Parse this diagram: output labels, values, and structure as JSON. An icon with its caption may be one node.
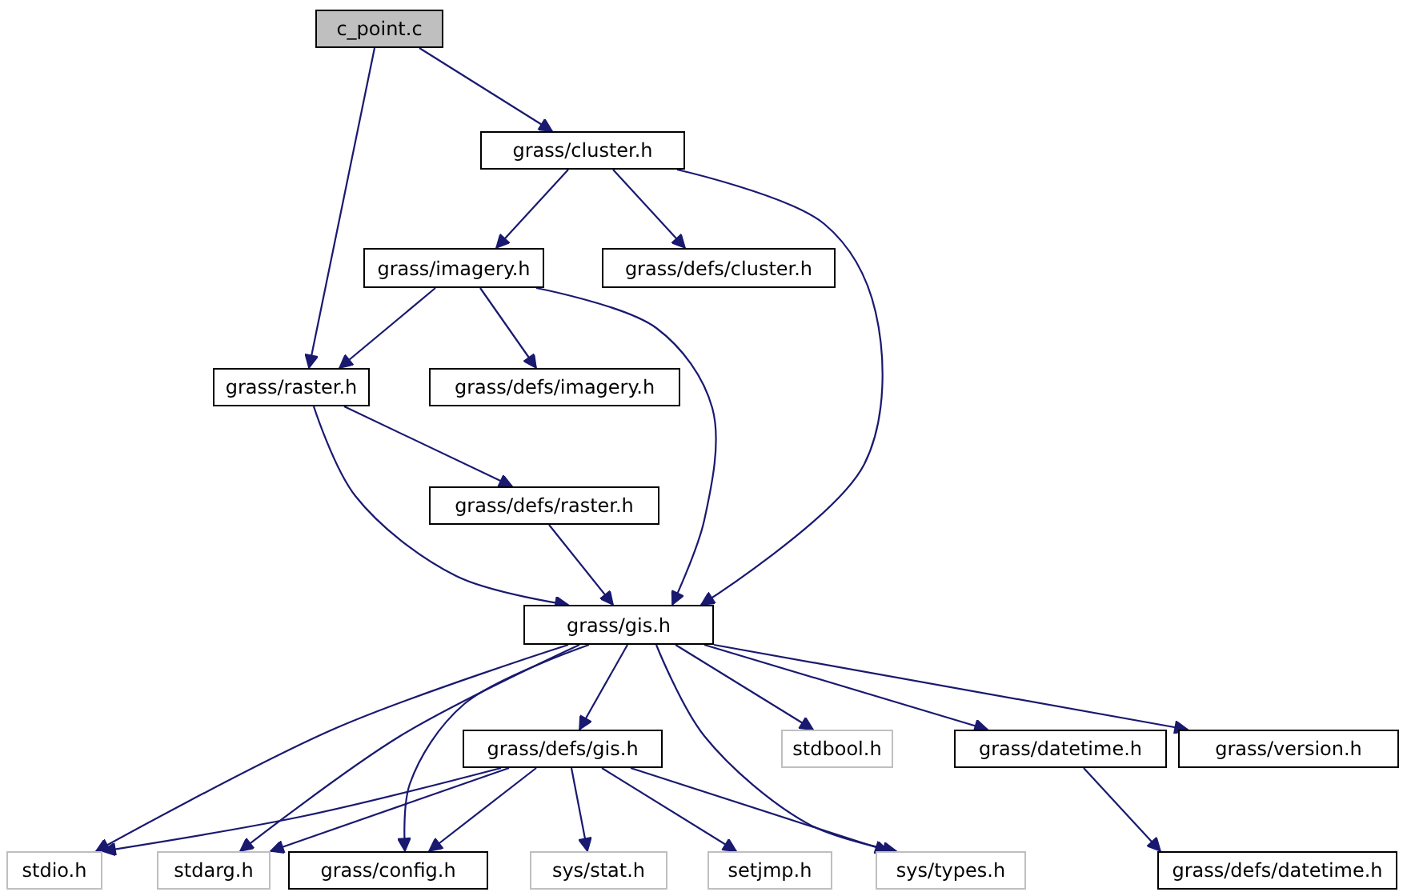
{
  "diagram": {
    "nodes": [
      {
        "text": [
          "c_point.c"
        ]
      },
      {
        "text": [
          "grass/cluster.h"
        ]
      },
      {
        "text": [
          "grass/imagery.h"
        ]
      },
      {
        "text": [
          "grass/defs/cluster.h"
        ]
      },
      {
        "text": [
          "grass/raster.h"
        ]
      },
      {
        "text": [
          "grass/defs/imagery.h"
        ]
      },
      {
        "text": [
          "grass/defs/raster.h"
        ]
      },
      {
        "text": [
          "grass/gis.h"
        ]
      },
      {
        "text": [
          "grass/defs/gis.h"
        ]
      },
      {
        "text": [
          "stdbool.h"
        ]
      },
      {
        "text": [
          "grass/datetime.h"
        ]
      },
      {
        "text": [
          "grass/version.h"
        ]
      },
      {
        "text": [
          "stdio.h"
        ]
      },
      {
        "text": [
          "stdarg.h"
        ]
      },
      {
        "text": [
          "grass/config.h"
        ]
      },
      {
        "text": [
          "sys/stat.h"
        ]
      },
      {
        "text": [
          "setjmp.h"
        ]
      },
      {
        "text": [
          "sys/types.h"
        ]
      },
      {
        "text": [
          "grass/defs/datetime.h"
        ]
      }
    ],
    "edges": [
      {
        "from": 0,
        "to": 1,
        "arrow": "to"
      },
      {
        "from": 0,
        "to": 4,
        "arrow": "to"
      },
      {
        "from": 1,
        "to": 2,
        "arrow": "to"
      },
      {
        "from": 1,
        "to": 3,
        "arrow": "to"
      },
      {
        "from": 1,
        "to": 7,
        "arrow": "to"
      },
      {
        "from": 2,
        "to": 4,
        "arrow": "to"
      },
      {
        "from": 2,
        "to": 5,
        "arrow": "to"
      },
      {
        "from": 2,
        "to": 7,
        "arrow": "to"
      },
      {
        "from": 4,
        "to": 6,
        "arrow": "to"
      },
      {
        "from": 4,
        "to": 7,
        "arrow": "to"
      },
      {
        "from": 6,
        "to": 7,
        "arrow": "to"
      },
      {
        "from": 7,
        "to": 12,
        "arrow": "to"
      },
      {
        "from": 7,
        "to": 13,
        "arrow": "to"
      },
      {
        "from": 7,
        "to": 14,
        "arrow": "to"
      },
      {
        "from": 7,
        "to": 8,
        "arrow": "to"
      },
      {
        "from": 7,
        "to": 17,
        "arrow": "to"
      },
      {
        "from": 7,
        "to": 9,
        "arrow": "to"
      },
      {
        "from": 7,
        "to": 10,
        "arrow": "to"
      },
      {
        "from": 7,
        "to": 11,
        "arrow": "to"
      },
      {
        "from": 8,
        "to": 12,
        "arrow": "to"
      },
      {
        "from": 8,
        "to": 13,
        "arrow": "to"
      },
      {
        "from": 8,
        "to": 14,
        "arrow": "to"
      },
      {
        "from": 8,
        "to": 15,
        "arrow": "to"
      },
      {
        "from": 8,
        "to": 16,
        "arrow": "to"
      },
      {
        "from": 8,
        "to": 17,
        "arrow": "to"
      },
      {
        "from": 10,
        "to": 18,
        "arrow": "to"
      }
    ]
  }
}
